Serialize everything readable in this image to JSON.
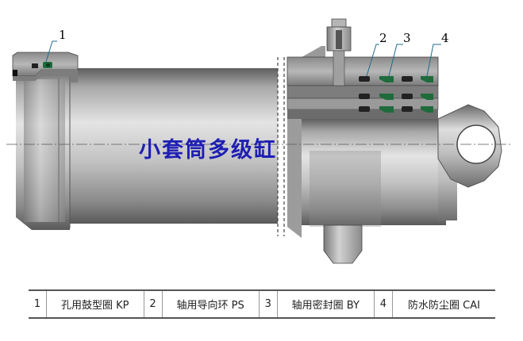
{
  "diagram": {
    "title": "小套筒多级缸",
    "callouts": [
      "1",
      "2",
      "3",
      "4"
    ]
  },
  "legend": [
    {
      "number": "1",
      "name": "孔用鼓型圈 KP"
    },
    {
      "number": "2",
      "name": "轴用导向环 PS"
    },
    {
      "number": "3",
      "name": "轴用密封圈 BY"
    },
    {
      "number": "4",
      "name": "防水防尘圈 CAI"
    }
  ],
  "colors": {
    "steel_dark": "#5a5a5a",
    "steel_mid": "#9a9a9a",
    "steel_light": "#d8d8d8",
    "seal_green": "#1f6b3c",
    "title_blue": "#1e1eb4"
  }
}
